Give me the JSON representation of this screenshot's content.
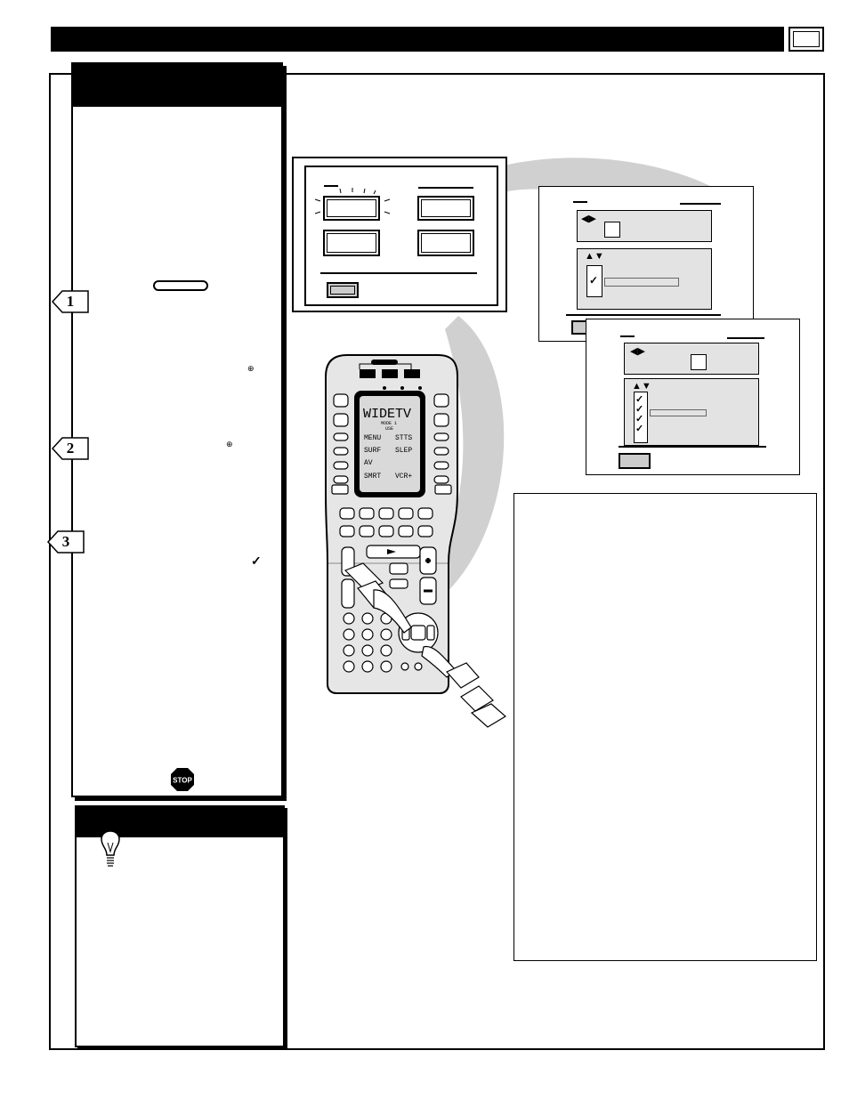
{
  "header": {
    "page_number": ""
  },
  "steps": [
    {
      "label": "1"
    },
    {
      "label": "2"
    },
    {
      "label": "3"
    }
  ],
  "remote": {
    "lcd_title": "WIDETV",
    "lcd_mode": "MODE 1",
    "lcd_use": "USE",
    "lcd_row1_left": "MENU",
    "lcd_row1_right": "STTS",
    "lcd_row2_left": "SURF",
    "lcd_row2_right": "SLEP",
    "lcd_row3_left": "AV",
    "lcd_row4_left": "SMRT",
    "lcd_row4_right": "VCR+"
  },
  "stop_sign": {
    "label": "STOP"
  },
  "icons": {
    "stop": "stop-sign-icon",
    "tip": "lightbulb-icon",
    "check": "check-mark-icon",
    "arrows_lr": "left-right-arrows-icon",
    "arrows_ud": "up-down-arrows-icon"
  },
  "colors": {
    "accent": "#000000",
    "swoosh": "#d0d0d0"
  }
}
